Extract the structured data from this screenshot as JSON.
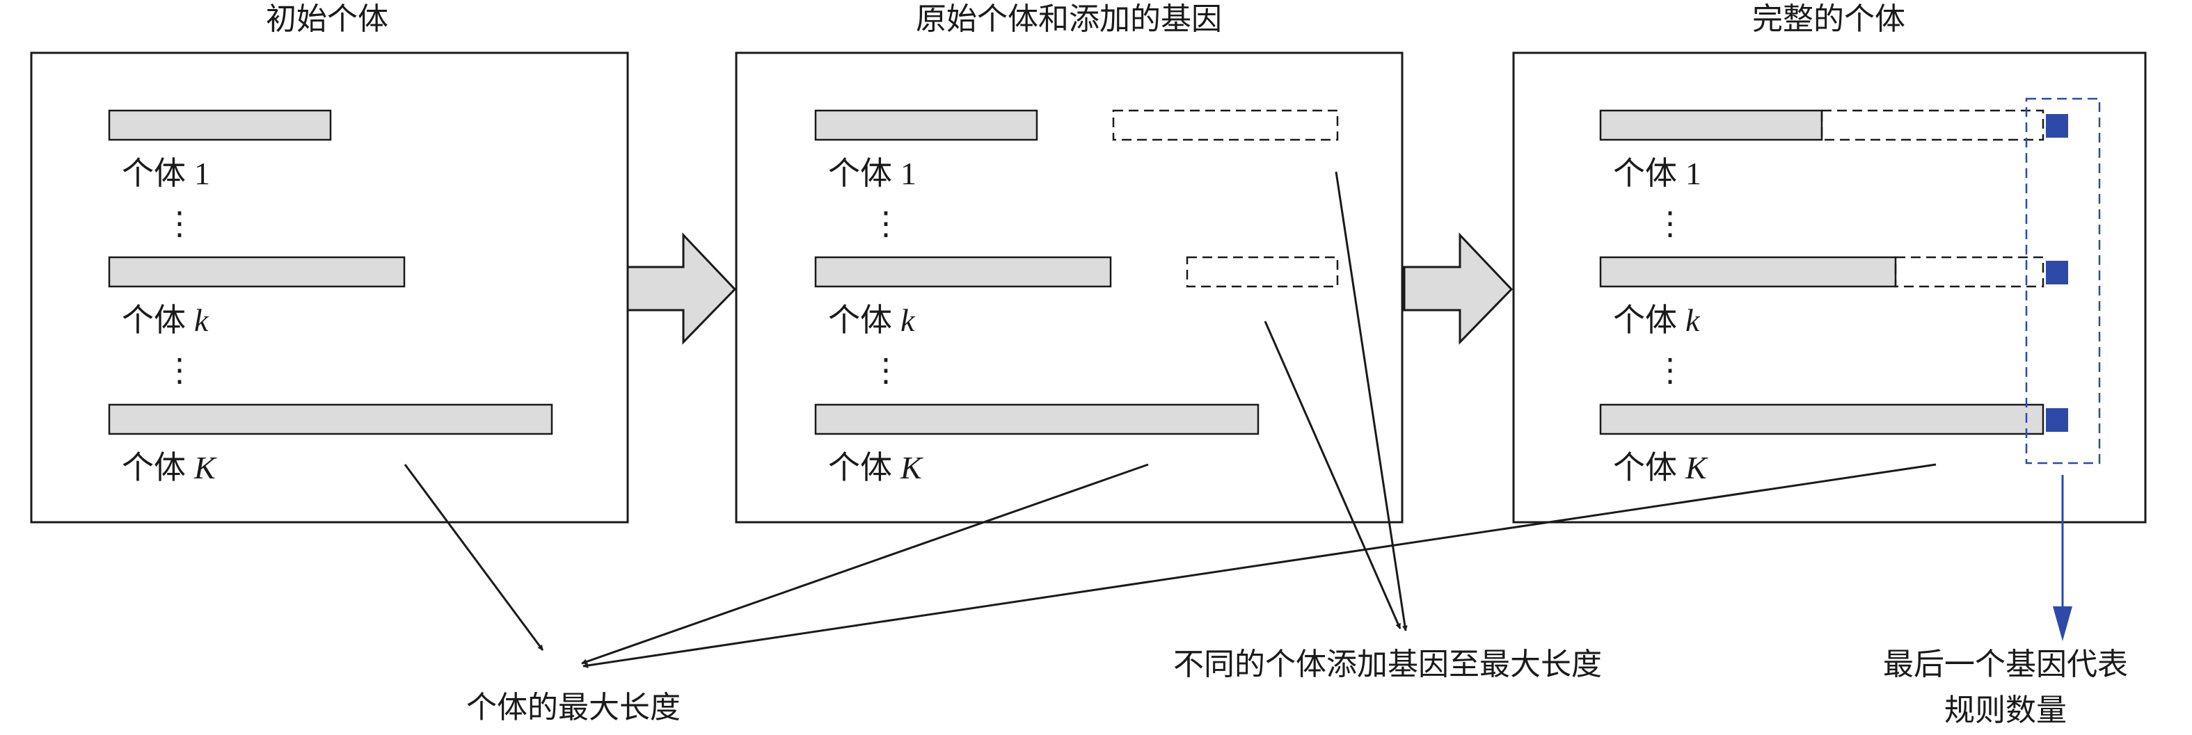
{
  "panels": [
    {
      "title": "初始个体"
    },
    {
      "title": "原始个体和添加的基因"
    },
    {
      "title": "完整的个体"
    }
  ],
  "individual_prefix": "个体",
  "individual_indices": [
    "1",
    "k",
    "K"
  ],
  "vertical_ellipsis": "⋮",
  "annotations": {
    "max_length": "个体的最大长度",
    "pad_genes": "不同的个体添加基因至最大长度",
    "last_gene_line1": "最后一个基因代表",
    "last_gene_line2": "规则数量"
  },
  "colors": {
    "bar_fill": "#dcdcdc",
    "stroke": "#1a1a1a",
    "accent": "#2e4aa8",
    "block_arrow_fill": "#dcdcdc"
  }
}
